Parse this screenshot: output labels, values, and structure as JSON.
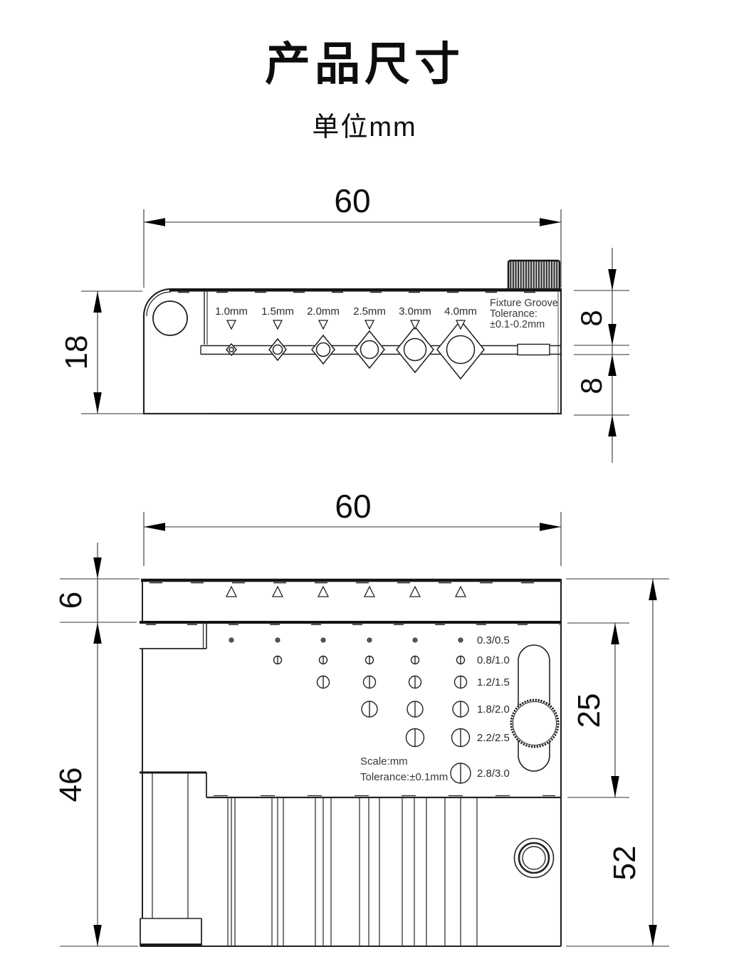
{
  "page": {
    "title_cn": "产品尺寸",
    "subtitle": "单位mm",
    "background": "#ffffff",
    "line_color": "#1f1f1f"
  },
  "top_view": {
    "dim_width": "60",
    "dim_height_left": "18",
    "dim_right_top": "8",
    "dim_right_bottom": "8",
    "gauge_labels": [
      "1.0mm",
      "1.5mm",
      "2.0mm",
      "2.5mm",
      "3.0mm",
      "4.0mm"
    ],
    "note_lines": [
      "Fixture Groove",
      "Tolerance:",
      "±0.1-0.2mm"
    ]
  },
  "bottom_view": {
    "dim_width": "60",
    "dim_band": "6",
    "dim_lower_left": "46",
    "dim_slot": "25",
    "dim_right_full": "52",
    "hole_labels": [
      "0.3/0.5",
      "0.8/1.0",
      "1.2/1.5",
      "1.8/2.0",
      "2.2/2.5",
      "2.8/3.0"
    ],
    "note_lines": [
      "Scale:mm",
      "Tolerance:±0.1mm"
    ]
  }
}
